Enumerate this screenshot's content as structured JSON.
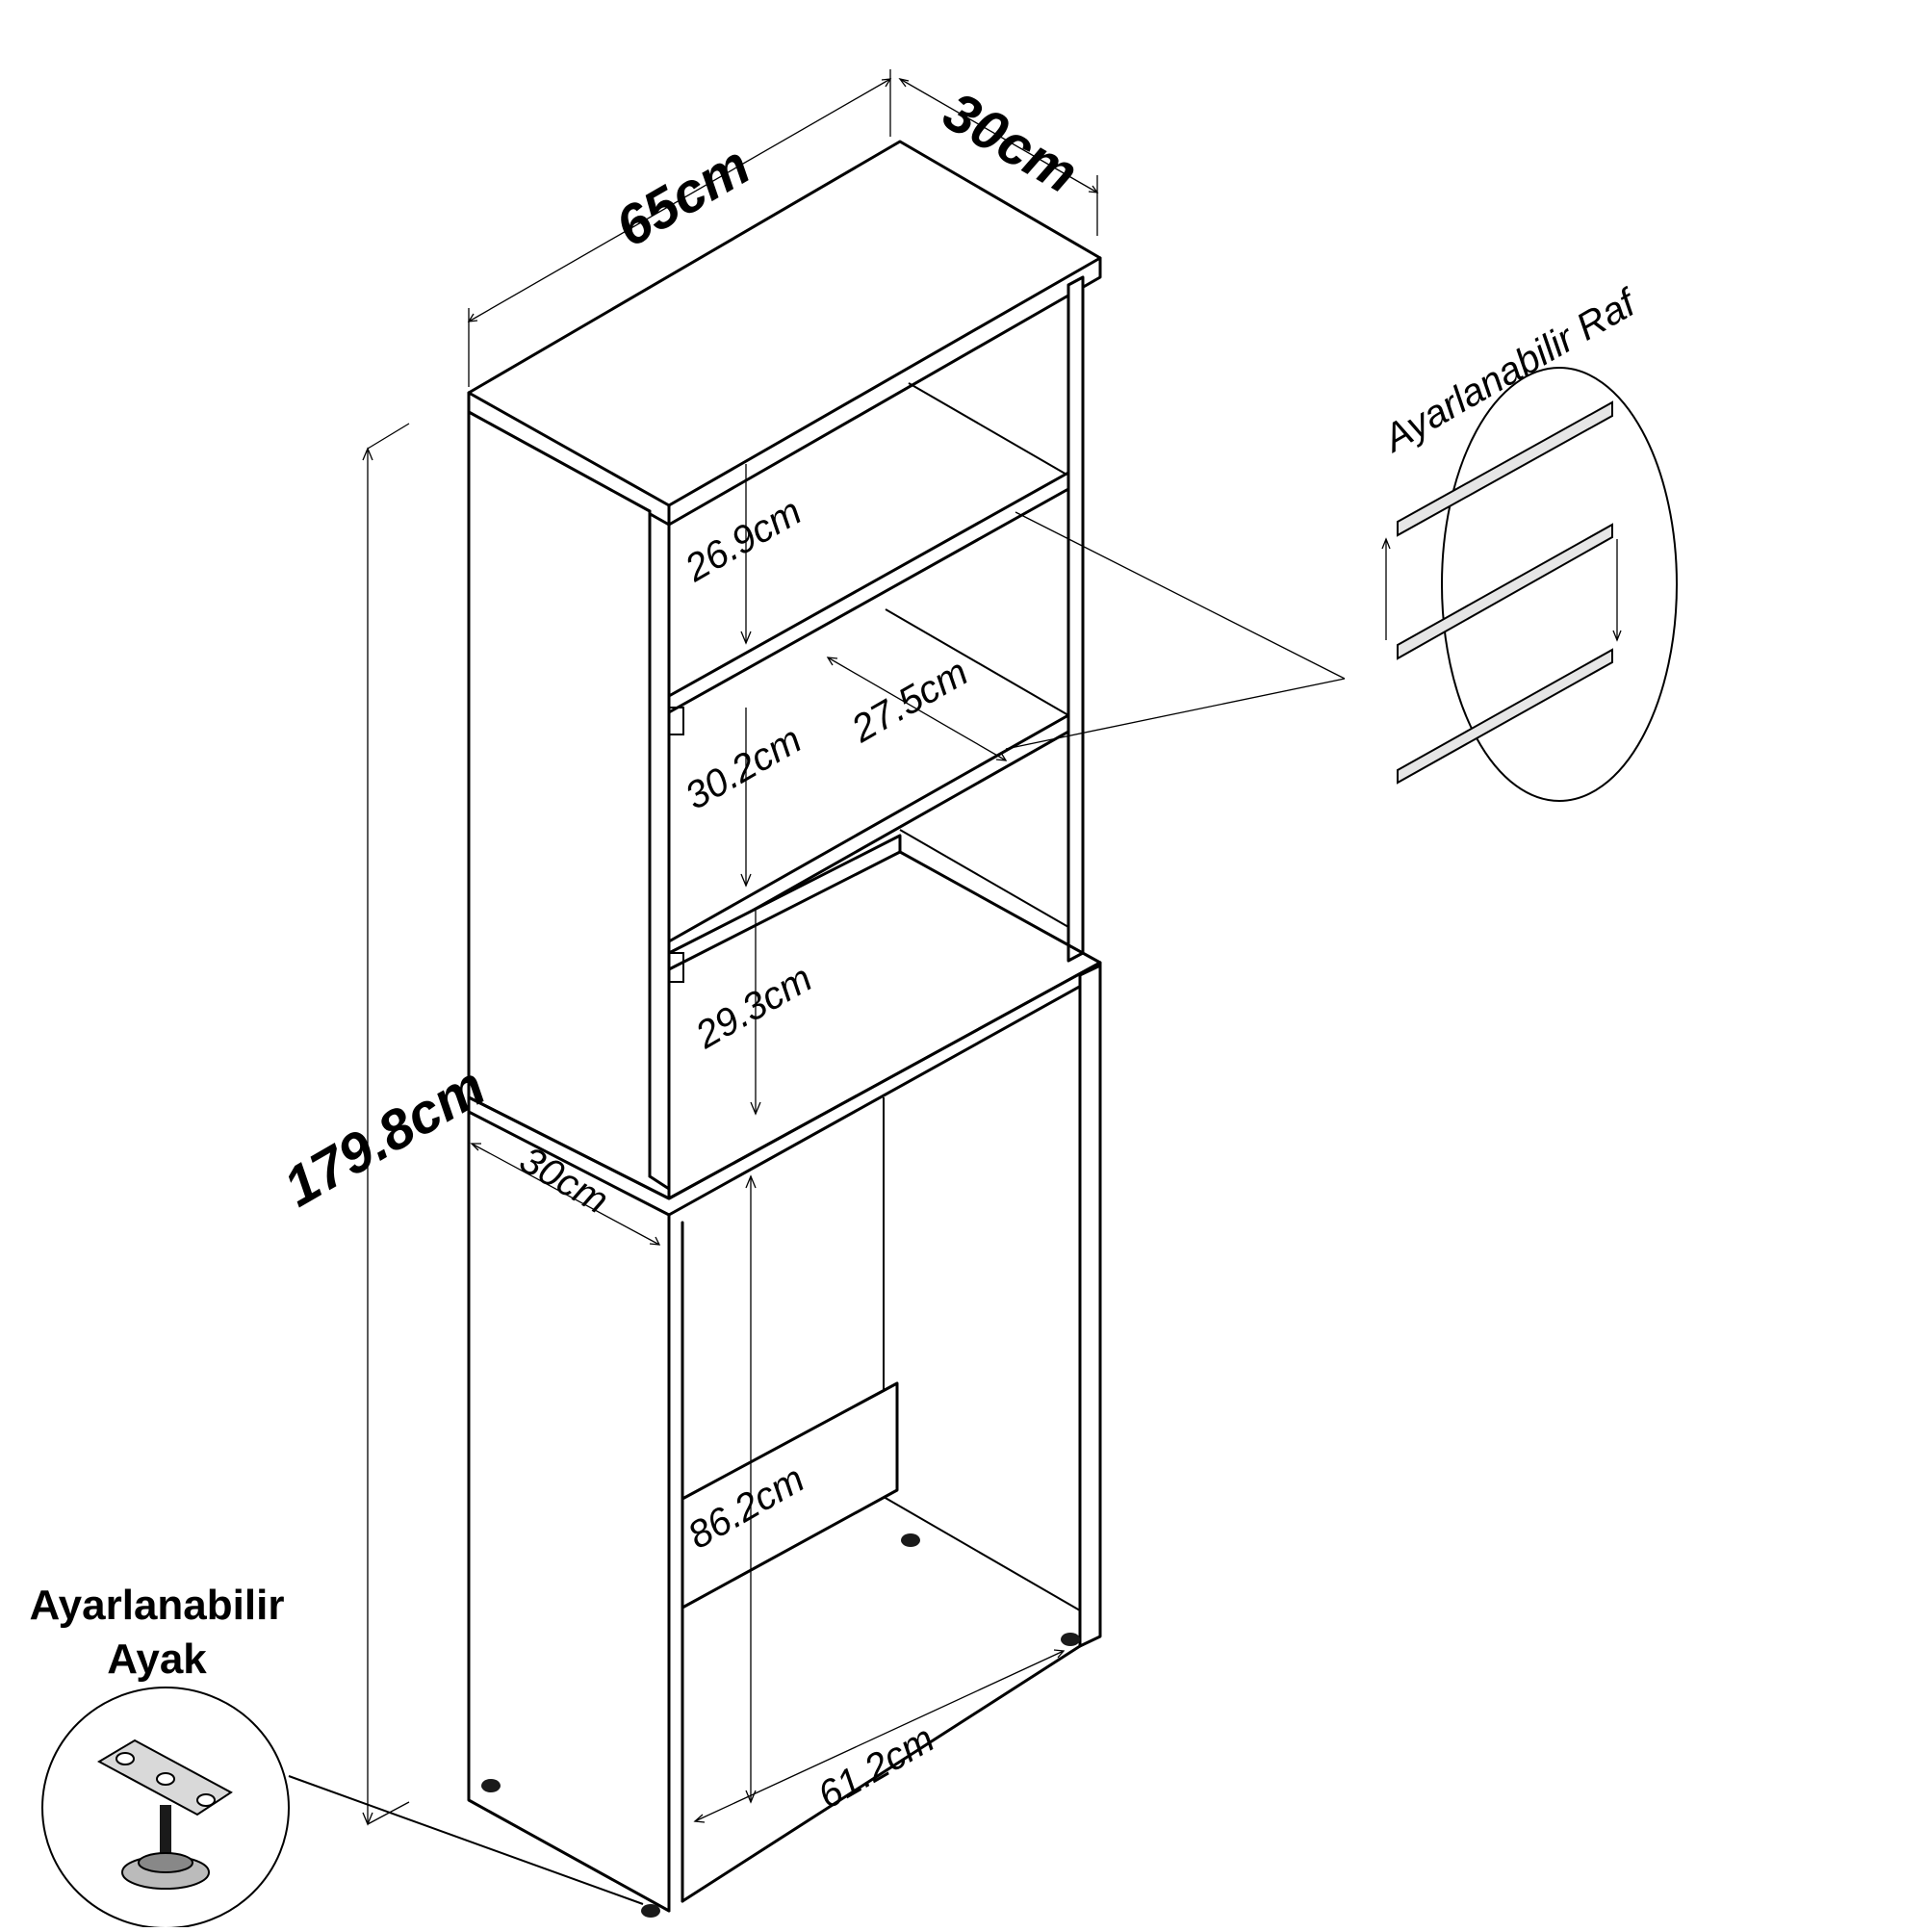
{
  "diagram": {
    "dimensions": {
      "width": "65cm",
      "depth_top": "30cm",
      "height_total": "179.8cm",
      "depth_bottom": "30cm",
      "shelf_1": "26.9cm",
      "shelf_2": "30.2cm",
      "shelf_depth": "27.5cm",
      "shelf_3": "29.3cm",
      "lower_height": "86.2cm",
      "inner_width": "61.2cm"
    },
    "callouts": {
      "adjustable_shelf": "Ayarlanabilir Raf",
      "adjustable_foot_line1": "Ayarlanabilir",
      "adjustable_foot_line2": "Ayak"
    }
  }
}
